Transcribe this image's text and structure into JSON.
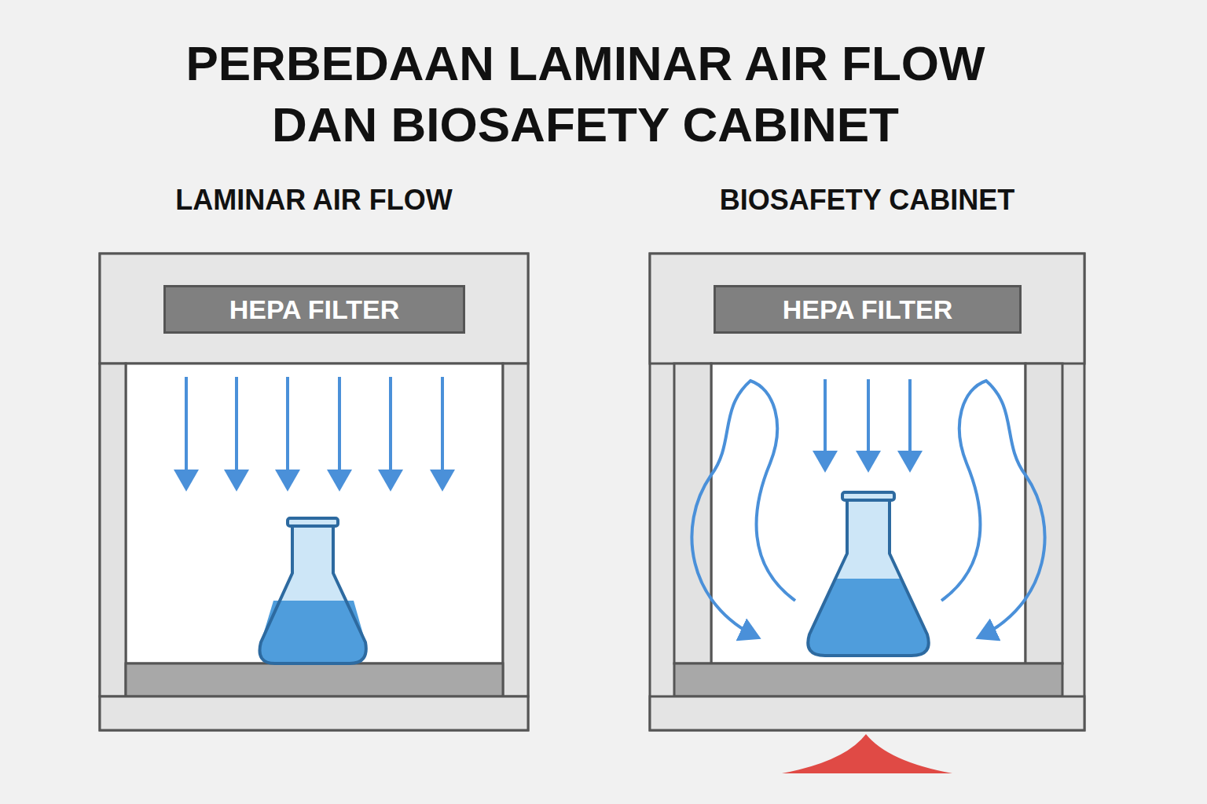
{
  "diagram": {
    "title": "PERBEDAAN LAMINAR AIR FLOW DAN BIOSAFETY CABINET",
    "nodes": [
      {
        "text": [
          "LAMINAR AIR FLOW"
        ]
      },
      {
        "text": [
          "HEPA FILTER"
        ],
        "in": 0
      },
      {
        "text": [
          "BIOSAFETY CABINET"
        ]
      },
      {
        "text": [
          "HEPA FILTER"
        ],
        "in": 2
      }
    ]
  }
}
